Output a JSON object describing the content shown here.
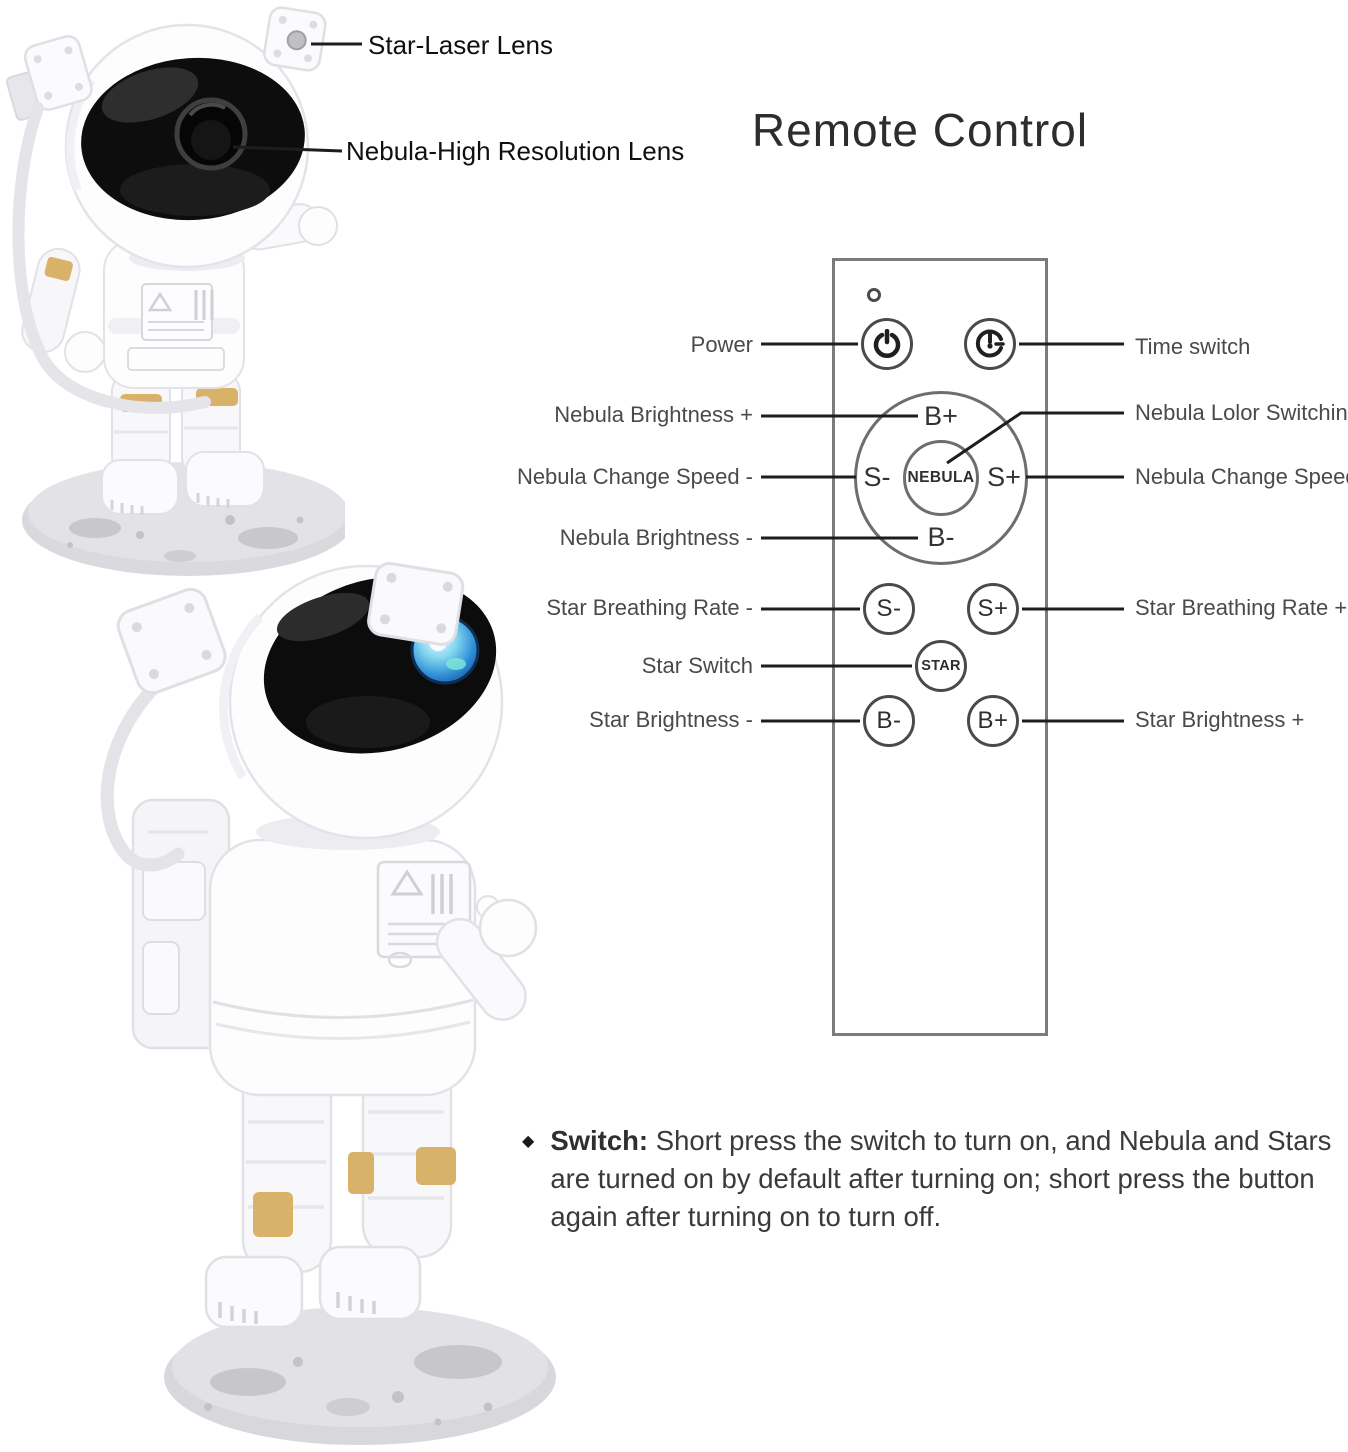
{
  "callouts": {
    "star_laser": "Star-Laser Lens",
    "nebula_lens": "Nebula-High Resolution Lens"
  },
  "remote": {
    "title": "Remote Control",
    "icons": {
      "power": "power-icon",
      "timer": "timer-clock-icon",
      "indicator": "led-indicator"
    },
    "dial": {
      "top": "B+",
      "left": "S-",
      "center": "NEBULA",
      "right": "S+",
      "bottom": "B-"
    },
    "small_buttons": [
      {
        "label": "S-"
      },
      {
        "label": "S+"
      },
      {
        "label": "STAR"
      },
      {
        "label": "B-"
      },
      {
        "label": "B+"
      }
    ],
    "left_labels": [
      "Power",
      "Nebula Brightness +",
      "Nebula Change Speed -",
      "Nebula Brightness -",
      "Star Breathing Rate -",
      "Star Switch",
      "Star Brightness -"
    ],
    "right_labels": [
      "Time switch",
      "Nebula Lolor Switching",
      "Nebula Change Speed +",
      "Star Breathing Rate +",
      "Star Brightness +"
    ]
  },
  "note": {
    "bullet": "◆",
    "heading": "Switch:",
    "body": "Short press the switch to turn on, and Nebula and Stars are turned on by default after turning on; short press the button again after turning on to turn off."
  },
  "colors": {
    "line": "#1d1d1d",
    "outline_gray": "#6e6e6e",
    "label_gray": "#4a4a4a",
    "text_dark": "#3a3a3a",
    "gold_accent": "#d9b269",
    "lens_blue": "#2f8fd6",
    "visor_black": "#0d0d0d"
  }
}
